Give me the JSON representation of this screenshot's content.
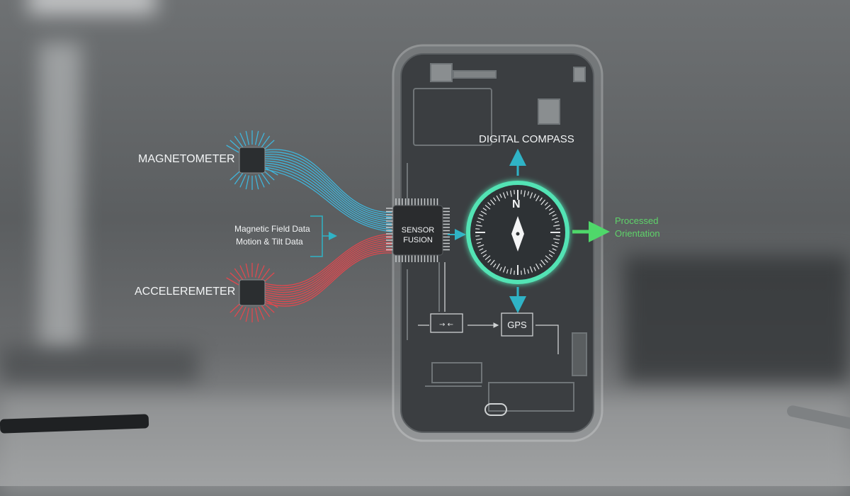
{
  "labels": {
    "magnetometer": "MAGNETOMETER",
    "accelerometer": "ACCELEREMETER",
    "magnetic_field_data": "Magnetic Field Data",
    "motion_tilt_data": "Motion & Tilt Data",
    "sensor_fusion_line1": "SENSOR",
    "sensor_fusion_line2": "FUSION",
    "digital_compass": "DIGITAL COMPASS",
    "compass_north": "N",
    "gps": "GPS",
    "processed_line1": "Processed",
    "processed_line2": "Orientation"
  },
  "colors": {
    "magnetometer_wires": "#3fb6dc",
    "accelerometer_wires": "#e0484e",
    "compass_ring": "#52e3b4",
    "flow_arrow": "#2fb3c6",
    "output_arrow": "#4fd86a",
    "output_text": "#5fd36a"
  }
}
